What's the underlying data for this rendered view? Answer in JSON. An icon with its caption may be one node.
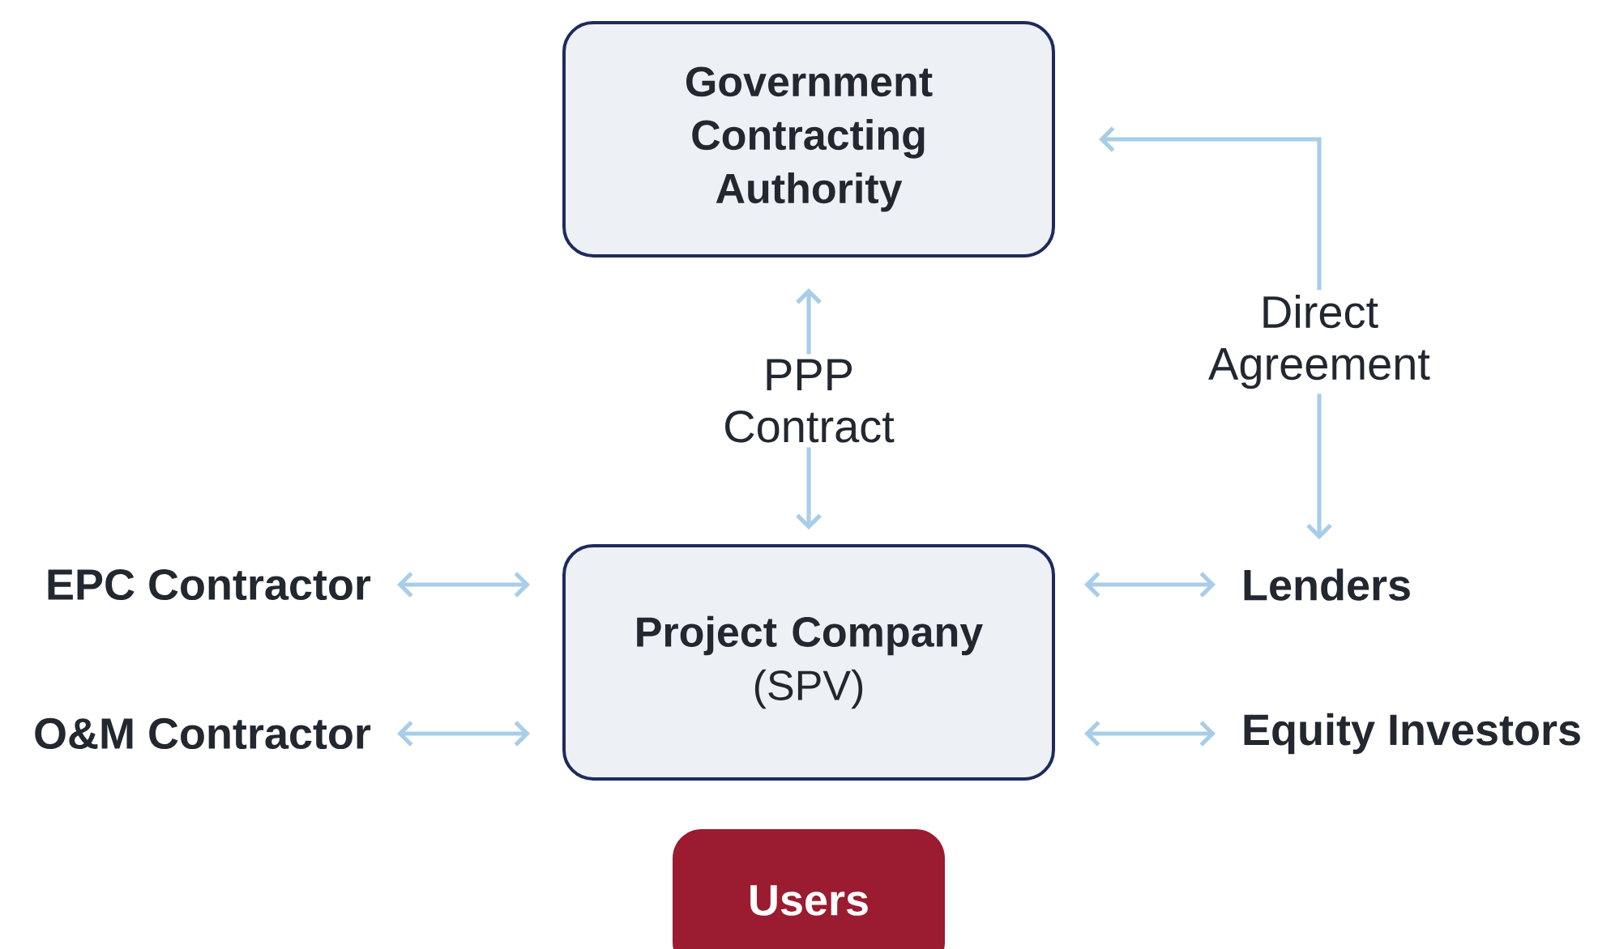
{
  "diagram": {
    "nodes": [
      {
        "text": [
          "Government Contracting Authority"
        ]
      },
      {
        "text": [
          "Project Company",
          "(SPV)"
        ]
      },
      {
        "text": [
          "EPC Contractor"
        ]
      },
      {
        "text": [
          "O&M Contractor"
        ]
      },
      {
        "text": [
          "Lenders"
        ]
      },
      {
        "text": [
          "Equity Investors"
        ]
      },
      {
        "text": [
          "Users"
        ]
      }
    ],
    "edges": [
      {
        "from": 1,
        "to": 0,
        "arrow": "both",
        "label": "PPP Contract"
      },
      {
        "from": 4,
        "to": 0,
        "arrow": "both",
        "label": "Direct Agreement"
      },
      {
        "from": 2,
        "to": 1,
        "arrow": "both"
      },
      {
        "from": 3,
        "to": 1,
        "arrow": "both"
      },
      {
        "from": 1,
        "to": 4,
        "arrow": "both"
      },
      {
        "from": 1,
        "to": 5,
        "arrow": "both"
      }
    ]
  }
}
